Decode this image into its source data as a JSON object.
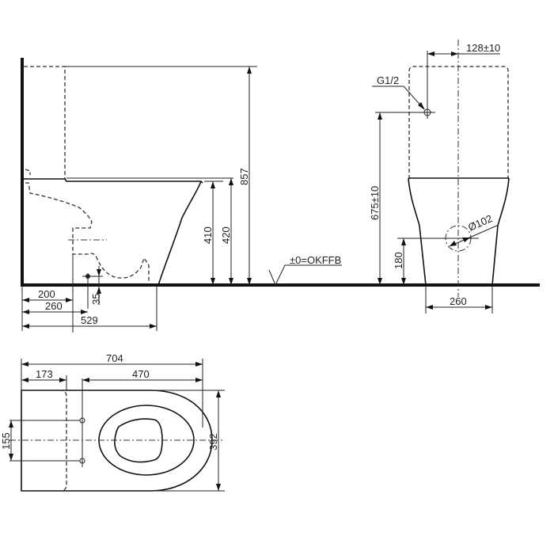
{
  "colors": {
    "line": "#111111",
    "background": "#ffffff"
  },
  "side_view": {
    "dimensions": {
      "total_height": "857",
      "seat_height_low": "410",
      "seat_height_high": "420",
      "outlet_to_wall": "200",
      "fixing_to_wall": "260",
      "front_to_wall": "529",
      "fixing_height": "35"
    },
    "floor_label": "±0=OKFFB"
  },
  "front_view": {
    "dimensions": {
      "inlet_offset": "128±10",
      "inlet_height": "675±10",
      "inlet_thread": "G1/2",
      "outlet_diameter": "Ø102",
      "outlet_height": "180",
      "base_width": "260"
    }
  },
  "top_view": {
    "dimensions": {
      "total_length": "704",
      "tank_depth": "173",
      "fixing_to_front": "470",
      "fixing_spacing": "155",
      "total_width": "392"
    }
  }
}
